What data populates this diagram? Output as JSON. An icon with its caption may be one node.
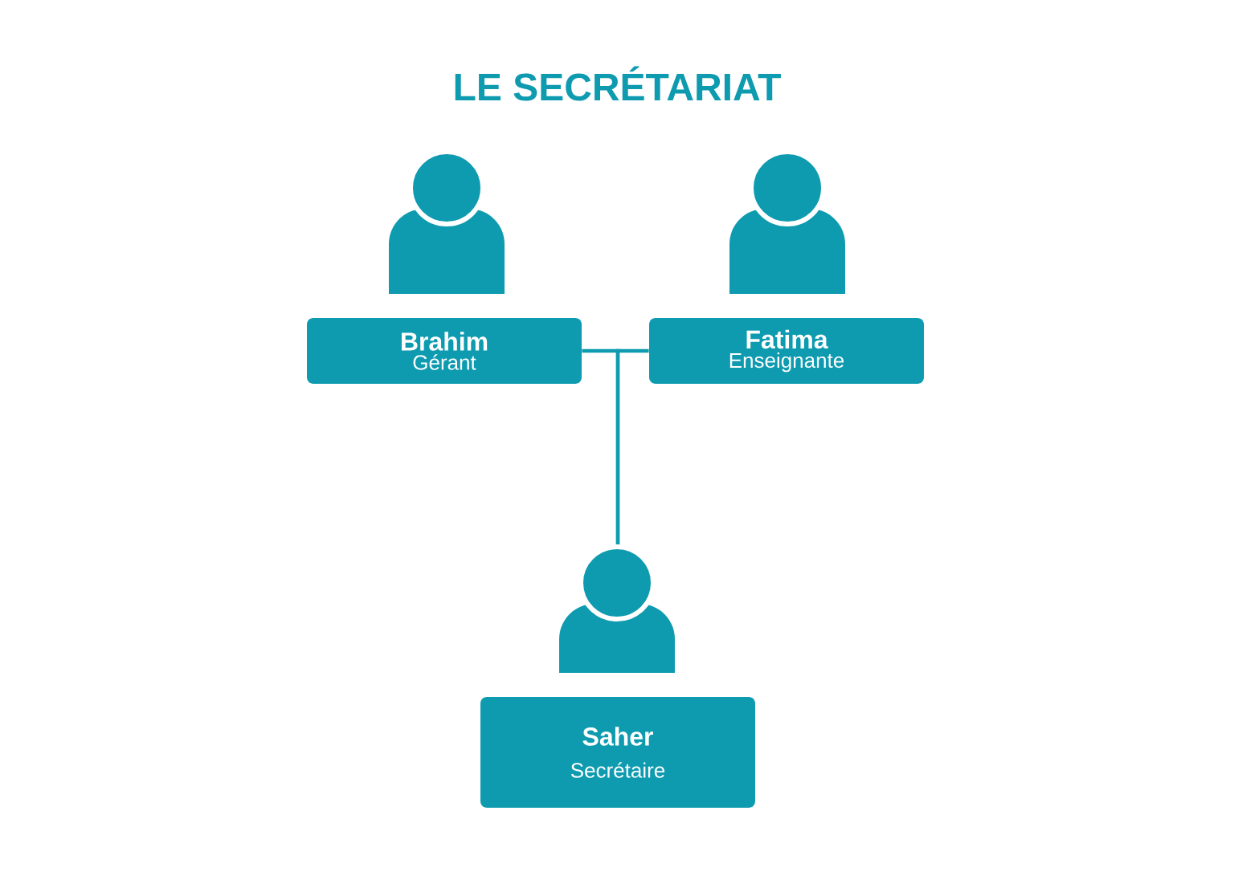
{
  "diagram": {
    "title": "LE SECRÉTARIAT",
    "nodes": [
      {
        "text": [
          "Brahim",
          "Gérant"
        ]
      },
      {
        "text": [
          "Fatima",
          "Enseignante"
        ]
      },
      {
        "text": [
          "Saher",
          "Secrétaire"
        ]
      }
    ],
    "edges": [
      {
        "from": 0,
        "to": 2,
        "arrow": "none"
      },
      {
        "from": 1,
        "to": 2,
        "arrow": "none"
      }
    ]
  }
}
